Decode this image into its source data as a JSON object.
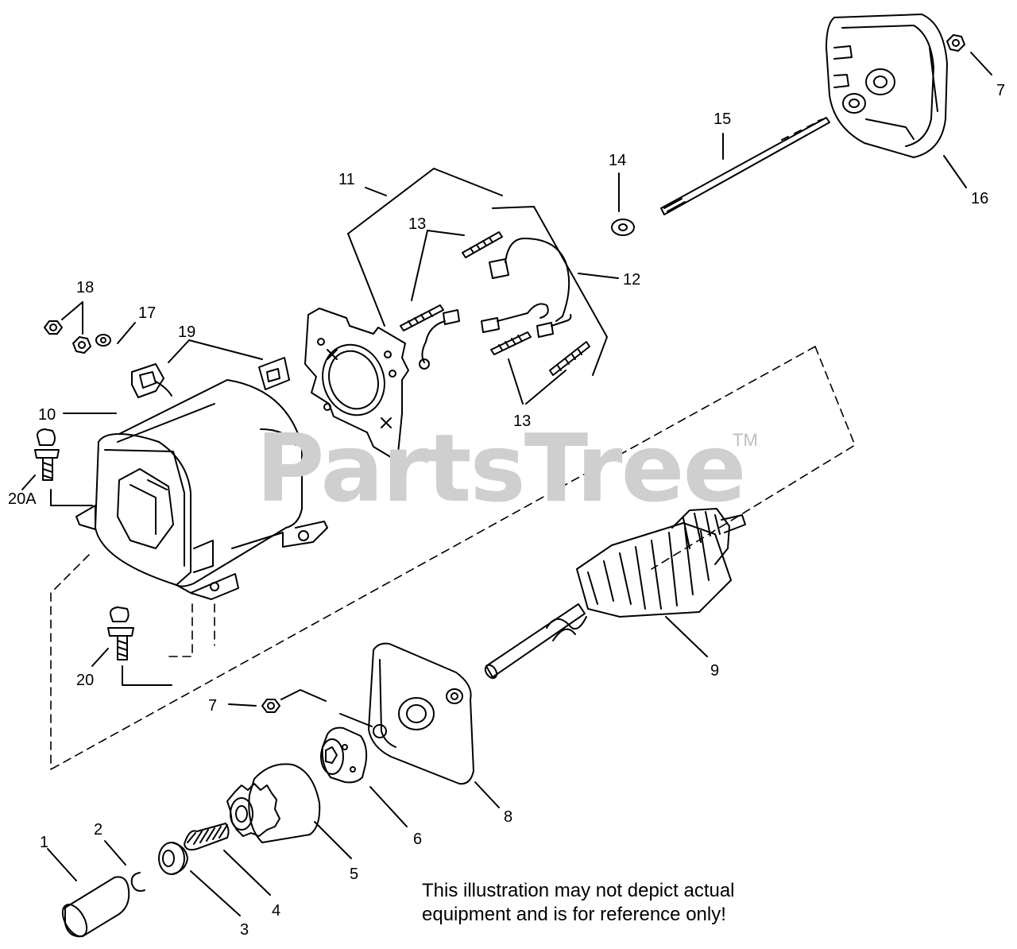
{
  "watermark": {
    "brand": "PartsTree",
    "trademark": "TM"
  },
  "disclaimer": "This illustration may not depict actual equipment and is for reference only!",
  "callouts": {
    "p1": "1",
    "p2": "2",
    "p3": "3",
    "p4": "4",
    "p5": "5",
    "p6": "6",
    "p7a": "7",
    "p7b": "7",
    "p8": "8",
    "p9": "9",
    "p10": "10",
    "p11": "11",
    "p12": "12",
    "p13a": "13",
    "p13b": "13",
    "p14": "14",
    "p15": "15",
    "p16": "16",
    "p17": "17",
    "p18": "18",
    "p19": "19",
    "p20": "20",
    "p20a": "20A"
  }
}
